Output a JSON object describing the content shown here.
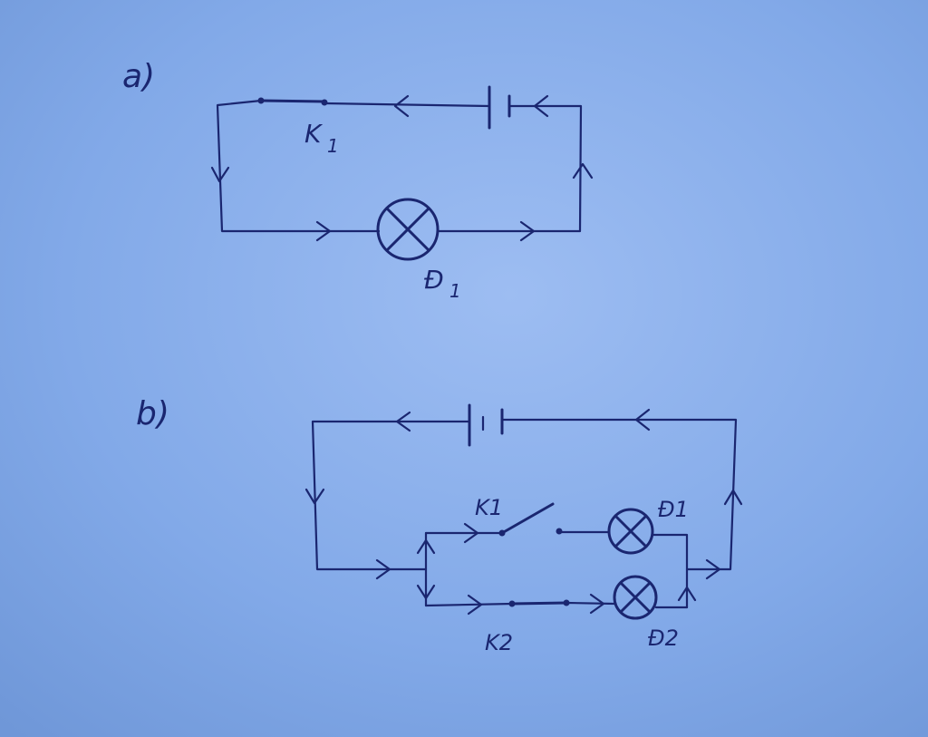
{
  "diagram_a": {
    "label": "a)",
    "switch_label": "K",
    "switch_sub": "1",
    "lamp_label": "Đ",
    "lamp_sub": "1"
  },
  "diagram_b": {
    "label": "b)",
    "switch1_label": "K1",
    "switch2_label": "K2",
    "lamp1_label": "Đ1",
    "lamp2_label": "Đ2"
  },
  "colors": {
    "paper": "#7ea6e6",
    "ink": "#1a2670"
  }
}
